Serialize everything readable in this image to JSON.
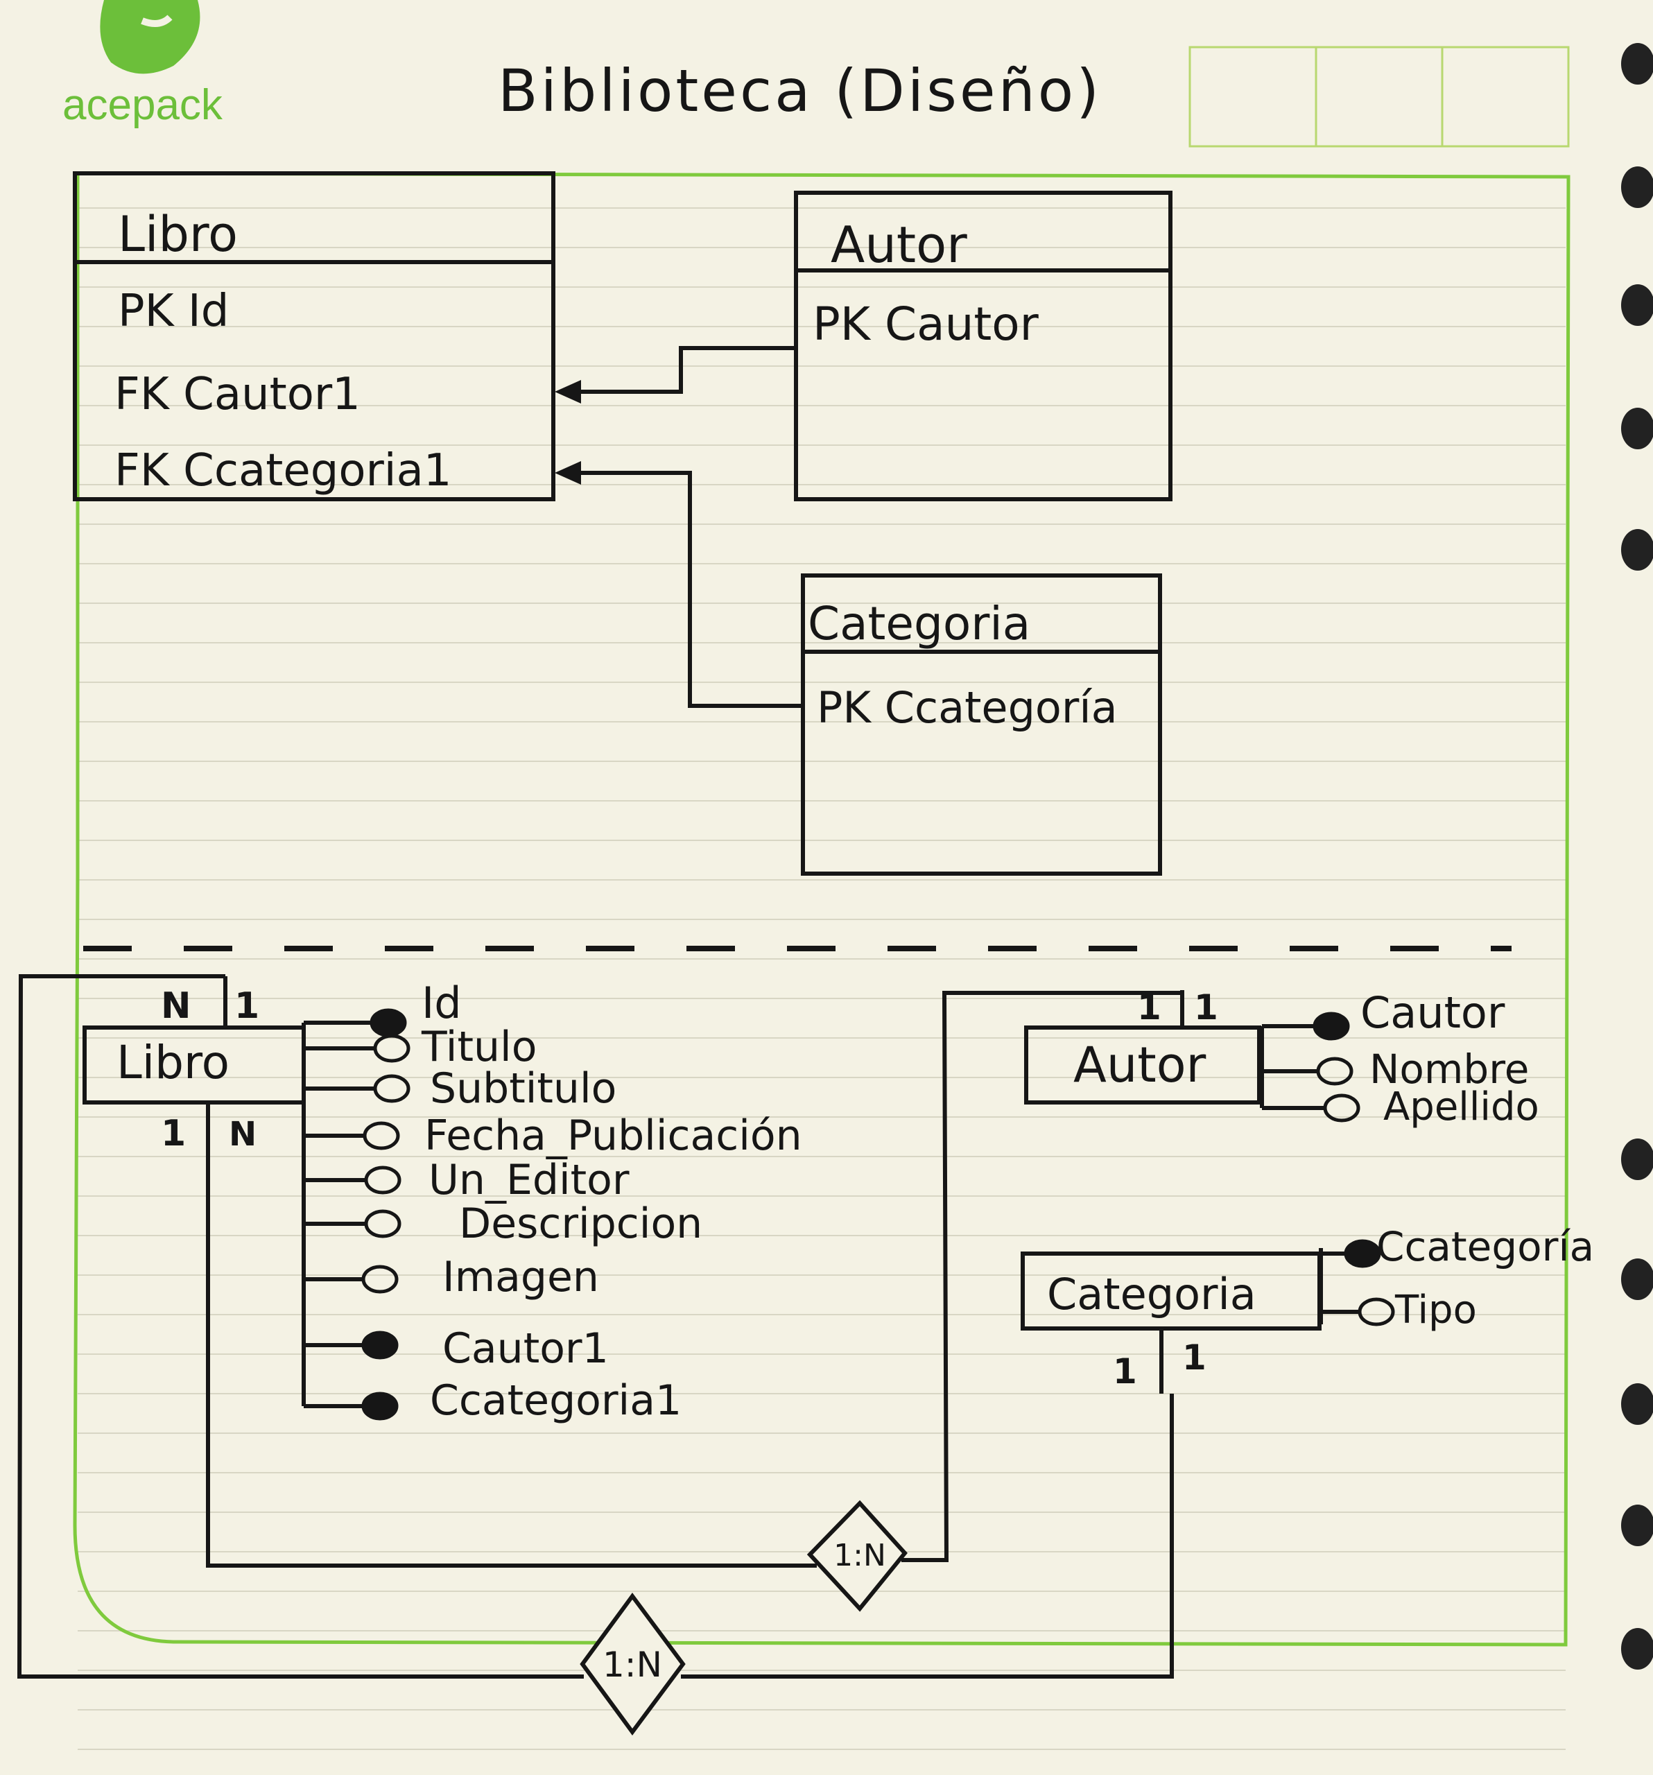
{
  "brand": {
    "name": "acepack",
    "logo_icon": "leaf-logo-icon",
    "colors": {
      "brand_green": "#6cbf3a",
      "ruled_line": "#d8d6c4",
      "ink": "#161616",
      "paper": "#f4f2e4"
    }
  },
  "title": "Biblioteca (Diseño)",
  "relational_model": {
    "tables": [
      {
        "name": "Libro",
        "fields": [
          "PK Id",
          "FK Cautor1",
          "FK Ccategoria1"
        ]
      },
      {
        "name": "Autor",
        "fields": [
          "PK Cautor"
        ]
      },
      {
        "name": "Categoria",
        "fields": [
          "PK Ccategoría"
        ]
      }
    ]
  },
  "er_diagram": {
    "libro": {
      "name": "Libro",
      "cardinality_top": [
        "N",
        "1"
      ],
      "cardinality_bottom": [
        "1",
        "N"
      ],
      "attributes": [
        "Id",
        "Titulo",
        "Subtitulo",
        "Fecha_Publicación",
        "Un_Editor",
        "Descripcion",
        "Imagen",
        "Cautor1",
        "Ccategoria1"
      ]
    },
    "autor": {
      "name": "Autor",
      "cardinality": [
        "1",
        "1"
      ],
      "attributes": [
        "Cautor",
        "Nombre",
        "Apellido"
      ]
    },
    "categoria": {
      "name": "Categoria",
      "cardinality": [
        "1",
        "1"
      ],
      "attributes": [
        "Ccategoría",
        "Tipo"
      ]
    },
    "relationships": [
      "1:N",
      "1:N"
    ]
  }
}
